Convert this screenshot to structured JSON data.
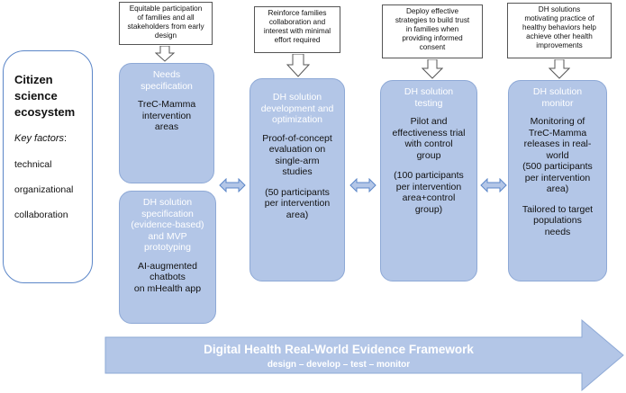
{
  "side_panel": {
    "title": "Citizen\nscience\necosystem",
    "key_label": "Key factors",
    "key_colon": ":",
    "factors": [
      "technical",
      "organizational",
      "collaboration"
    ]
  },
  "notes": [
    "Equitable participation\nof families and all\nstakeholders from early\ndesign",
    "Reinforce families\ncollaboration and\ninterest with minimal\neffort required",
    "Deploy effective\nstrategies to build trust\nin families when\nproviding informed\nconsent",
    "DH solutions\nmotivating practice of\nhealthy behaviors help\nachieve other health\nimprovements"
  ],
  "boxes": {
    "needs": {
      "title": "Needs\nspecification",
      "body": "TreC-Mamma\nintervention\nareas"
    },
    "spec": {
      "title": "DH solution\nspecification\n(evidence-based)\nand MVP\nprototyping",
      "body": "AI-augmented\nchatbots\non mHealth app"
    },
    "dev": {
      "title": "DH solution\ndevelopment and\noptimization",
      "body": "Proof-of-concept\nevaluation on\nsingle-arm\nstudies",
      "body2": "(50 participants\nper intervention\narea)"
    },
    "test": {
      "title": "DH solution\ntesting",
      "body": "Pilot and\neffectiveness trial\nwith control\ngroup",
      "body2": "(100 participants\nper intervention\narea+control\ngroup)"
    },
    "monitor": {
      "title": "DH solution\nmonitor",
      "body": "Monitoring of\nTreC-Mamma\nreleases in real-\nworld\n(500 participants\nper intervention\narea)",
      "body2": "Tailored to target\npopulations\nneeds"
    }
  },
  "framework": {
    "title": "Digital Health Real-World Evidence Framework",
    "subtitle": "design – develop – test – monitor"
  },
  "colors": {
    "box_fill": "#b3c6e7",
    "box_border": "#8ea9d6",
    "arrow_fill": "#b3c6e7",
    "side_border": "#5b86c8"
  }
}
